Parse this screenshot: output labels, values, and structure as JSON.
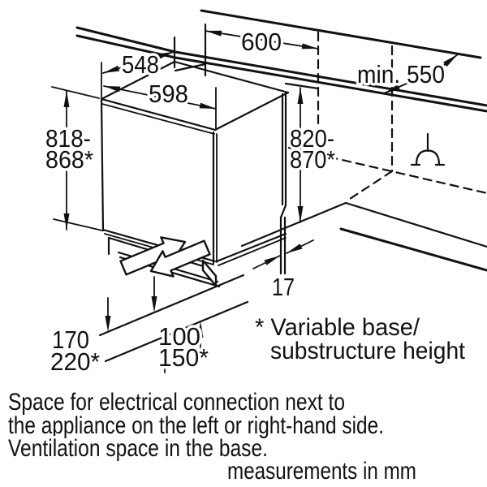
{
  "diagram": {
    "labels": {
      "niche_width": "600",
      "appliance_depth": "548",
      "appliance_width": "598",
      "worktop_depth_min": "min. 550",
      "appliance_height": [
        "818-",
        "868*"
      ],
      "niche_height": [
        "820-",
        "870*"
      ],
      "rear_gap": "17",
      "plinth_height": [
        "170",
        "220*"
      ],
      "vent_clearance": [
        "100",
        "150*"
      ]
    },
    "footnote": [
      "* Variable base/",
      "substructure height"
    ],
    "caption": [
      "Space for electrical connection next to",
      "the appliance on the left or right-hand side.",
      "Ventilation space in the base."
    ],
    "units_note": "measurements in mm",
    "icons": {
      "power_symbol": "socket-outlet-icon",
      "airflow_in": "airflow-in-arrow",
      "airflow_out": "airflow-out-arrow"
    },
    "colors": {
      "line": "#111111",
      "background": "#ffffff"
    }
  }
}
